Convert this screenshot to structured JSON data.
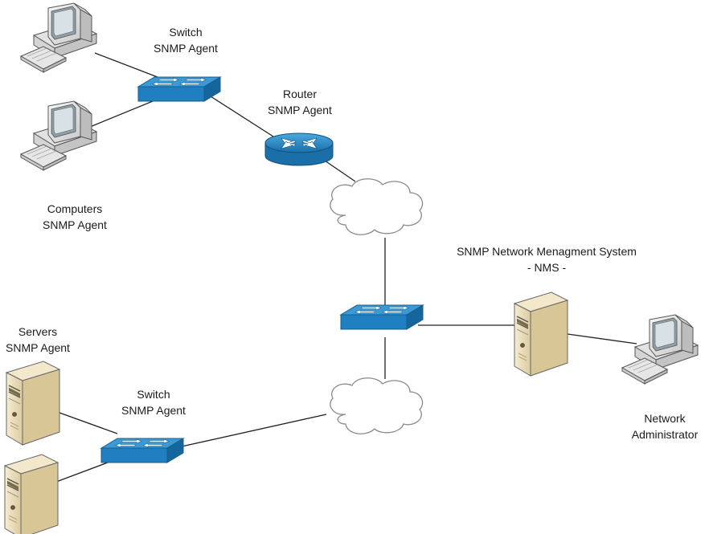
{
  "labels": {
    "switch_top": [
      "Switch",
      "SNMP Agent"
    ],
    "router": [
      "Router",
      "SNMP Agent"
    ],
    "computers": [
      "Computers",
      "SNMP Agent"
    ],
    "nms": [
      "SNMP Network Menagment System",
      "- NMS -"
    ],
    "servers": [
      "Servers",
      "SNMP Agent"
    ],
    "switch_bottom": [
      "Switch",
      "SNMP Agent"
    ],
    "admin": [
      "Network",
      "Administrator"
    ]
  },
  "colors": {
    "switch": "#2d8fd0",
    "router": "#2d8fd0",
    "server": "#efe3c5",
    "computer": "#ececec",
    "cloud_outline": "#8a8a8a",
    "link": "#222222"
  }
}
